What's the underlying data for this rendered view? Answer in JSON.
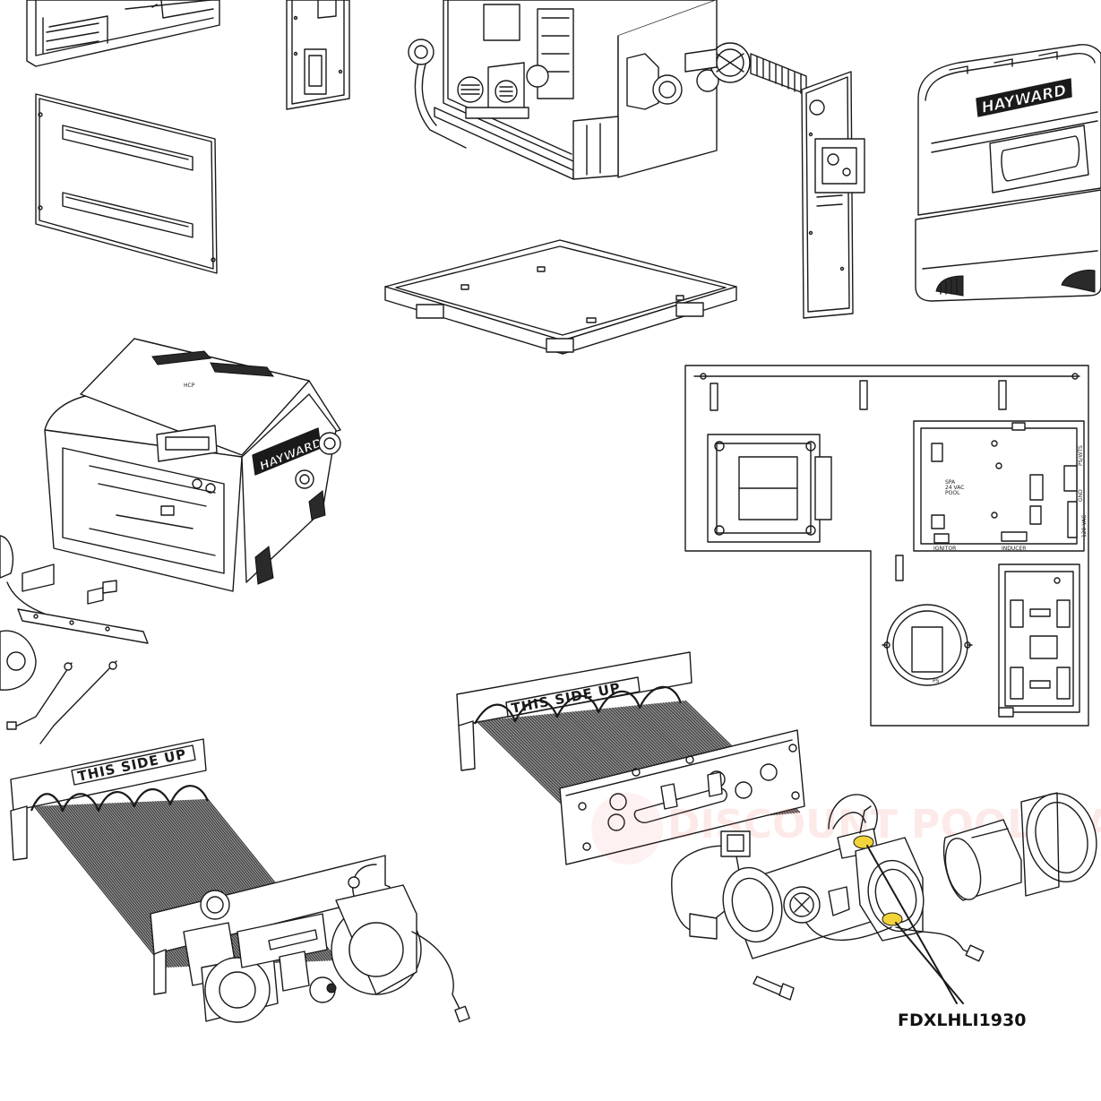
{
  "callout": {
    "part_number": "FDXLHLI1930"
  },
  "stamps": {
    "this_side_up_left": "THIS SIDE UP",
    "this_side_up_right": "THIS SIDE UP"
  },
  "brand": {
    "front_panel": "HAYWARD",
    "heater_unit": "HAYWARD",
    "top_label": "HCP"
  },
  "watermark": {
    "text": "DISCOUNT POOL MART"
  },
  "board_labels": {
    "spa": "SPA",
    "vac": "24 VAC",
    "pool": "POOL",
    "ignitor": "IGNITOR",
    "inducer": "INDUCER",
    "ps": "PS",
    "pswts": "PS/WTS",
    "gnd": "GND",
    "vac120": "120 VAC"
  },
  "colors": {
    "line": "#1a1a1a",
    "highlight": "#f2d33a",
    "watermark": "#e85a4f"
  }
}
